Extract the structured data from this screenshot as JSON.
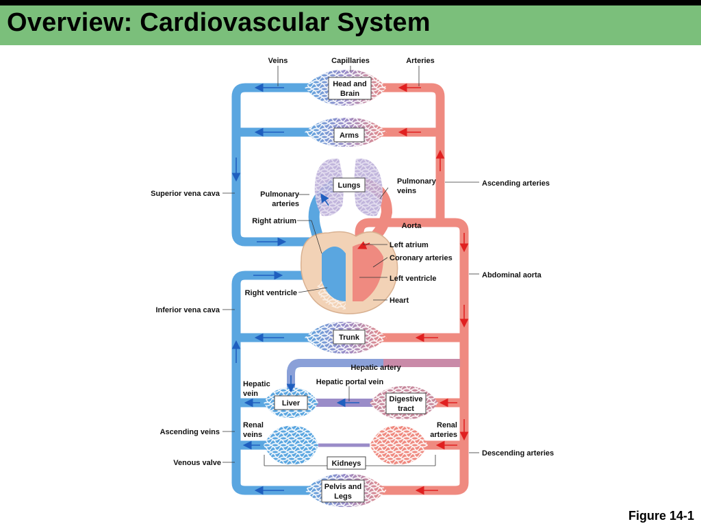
{
  "slide": {
    "title": "Overview: Cardiovascular System",
    "figure_label": "Figure 14-1"
  },
  "colors": {
    "title_bar": "#7bbf7b",
    "vein_blue": "#5aa6e0",
    "artery_red": "#ef8a80",
    "arrow_blue": "#1f5fbf",
    "arrow_red": "#e02020"
  },
  "organs": {
    "head": "Head and Brain",
    "arms": "Arms",
    "lungs": "Lungs",
    "trunk": "Trunk",
    "liver": "Liver",
    "digestive": "Digestive tract",
    "kidneys": "Kidneys",
    "pelvis": "Pelvis and Legs"
  },
  "top_labels": {
    "veins": "Veins",
    "capillaries": "Capillaries",
    "arteries": "Arteries"
  },
  "labels": {
    "superior_vena_cava": "Superior vena cava",
    "inferior_vena_cava": "Inferior vena cava",
    "ascending_veins": "Ascending veins",
    "venous_valve": "Venous valve",
    "pulmonary_arteries": "Pulmonary arteries",
    "right_atrium": "Right atrium",
    "right_ventricle": "Right ventricle",
    "pulmonary_veins": "Pulmonary veins",
    "aorta": "Aorta",
    "left_atrium": "Left atrium",
    "coronary_arteries": "Coronary arteries",
    "left_ventricle": "Left ventricle",
    "heart": "Heart",
    "ascending_arteries": "Ascending arteries",
    "abdominal_aorta": "Abdominal aorta",
    "descending_arteries": "Descending arteries",
    "hepatic_artery": "Hepatic artery",
    "hepatic_portal_vein": "Hepatic portal vein",
    "hepatic_vein": "Hepatic vein",
    "renal_veins": "Renal veins",
    "renal_arteries": "Renal arteries"
  }
}
